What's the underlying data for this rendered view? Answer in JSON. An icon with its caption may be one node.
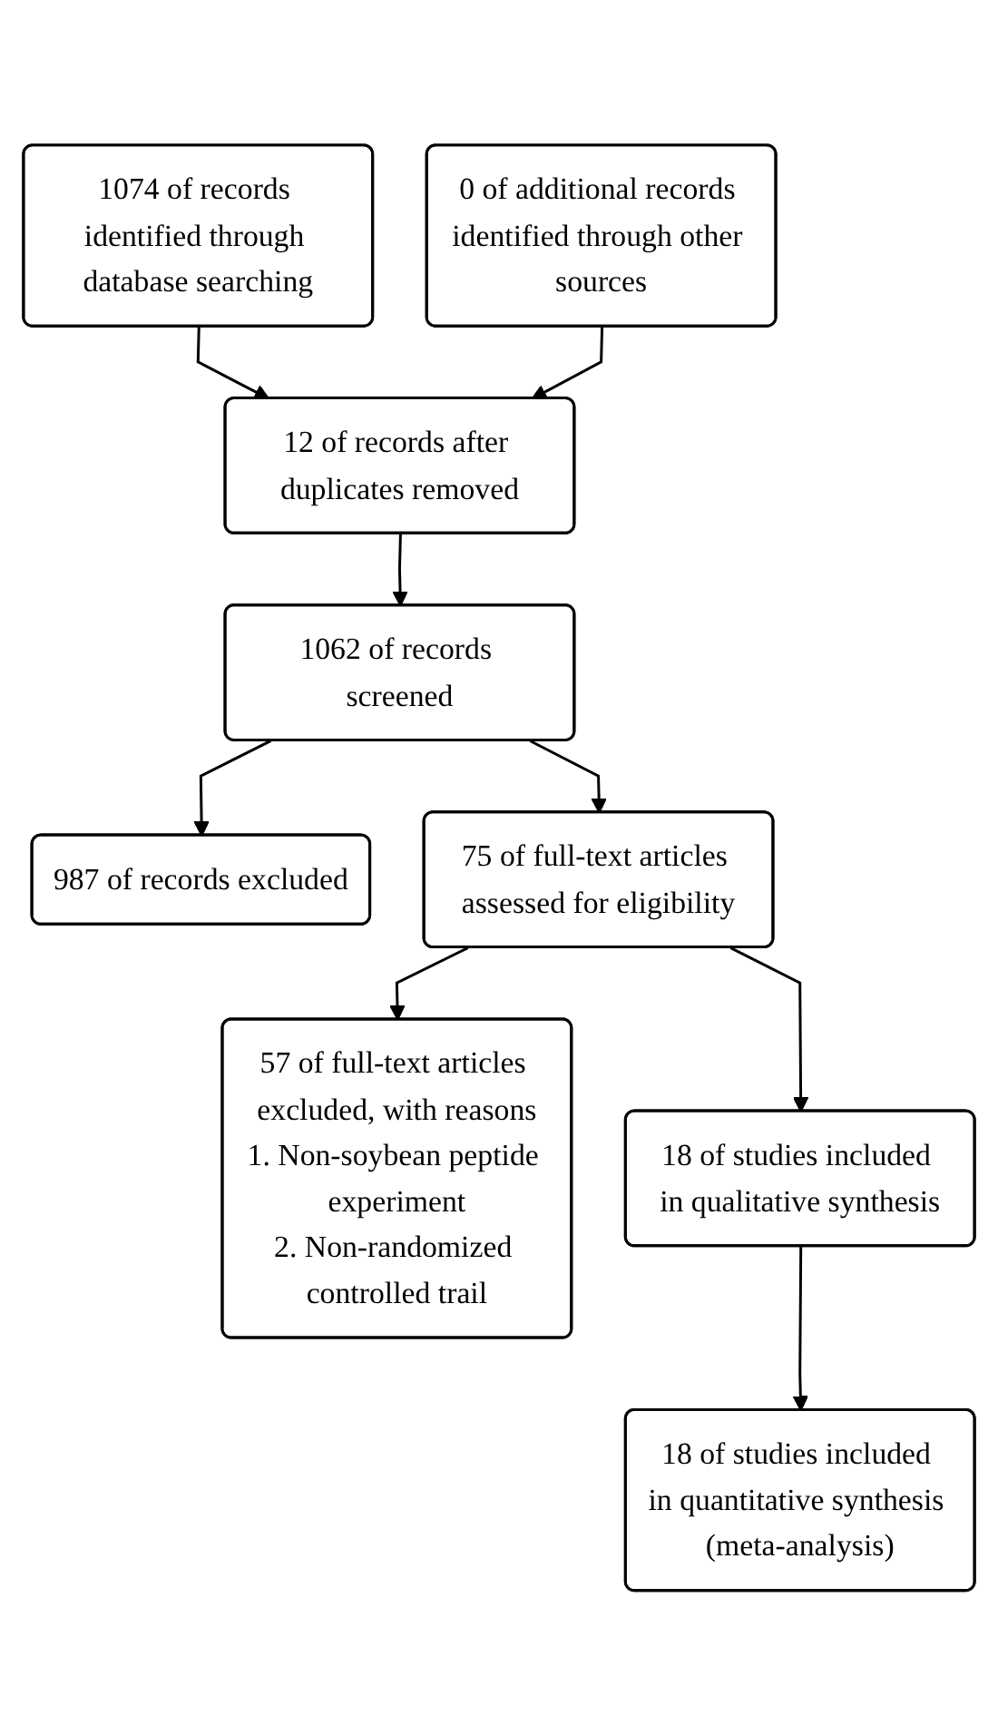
{
  "diagram": {
    "nodes": [
      {
        "text": [
          "1074 of records identified through database searching"
        ]
      },
      {
        "text": [
          "0 of additional records identified through other sources"
        ]
      },
      {
        "text": [
          "12 of records after duplicates removed"
        ]
      },
      {
        "text": [
          "1062 of records screened"
        ]
      },
      {
        "text": [
          "987 of records excluded"
        ]
      },
      {
        "text": [
          "75 of full-text articles assessed for eligibility"
        ]
      },
      {
        "text": [
          "57 of full-text articles excluded, with reasons",
          "1. Non-soybean peptide experiment",
          "2. Non-randomized controlled trail"
        ]
      },
      {
        "text": [
          "18 of studies included in qualitative synthesis"
        ]
      },
      {
        "text": [
          "18 of studies included in quantitative synthesis (meta-analysis)"
        ]
      }
    ],
    "edges": [
      {
        "from": 0,
        "to": 2,
        "arrow": "to"
      },
      {
        "from": 1,
        "to": 2,
        "arrow": "to"
      },
      {
        "from": 2,
        "to": 3,
        "arrow": "to"
      },
      {
        "from": 3,
        "to": 4,
        "arrow": "to"
      },
      {
        "from": 3,
        "to": 5,
        "arrow": "to"
      },
      {
        "from": 5,
        "to": 6,
        "arrow": "to"
      },
      {
        "from": 5,
        "to": 7,
        "arrow": "to"
      },
      {
        "from": 7,
        "to": 8,
        "arrow": "to"
      }
    ]
  }
}
